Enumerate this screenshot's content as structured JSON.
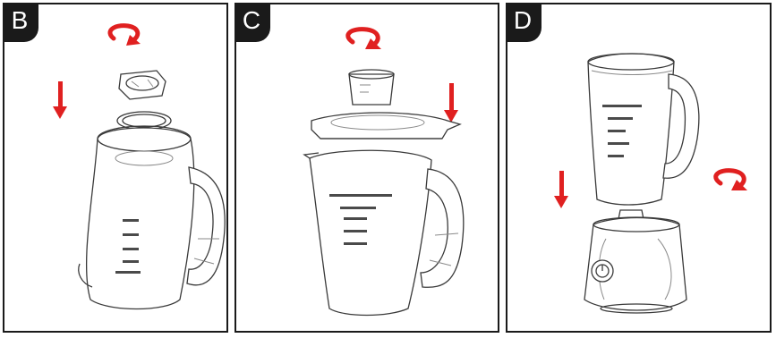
{
  "panels": [
    {
      "label": "B"
    },
    {
      "label": "C"
    },
    {
      "label": "D"
    }
  ],
  "colors": {
    "arrow": "#e02020",
    "tab": "#1a1a1a",
    "line": "#3a3a3a"
  },
  "icons": [
    "rotate-arrow-icon",
    "down-arrow-icon"
  ]
}
